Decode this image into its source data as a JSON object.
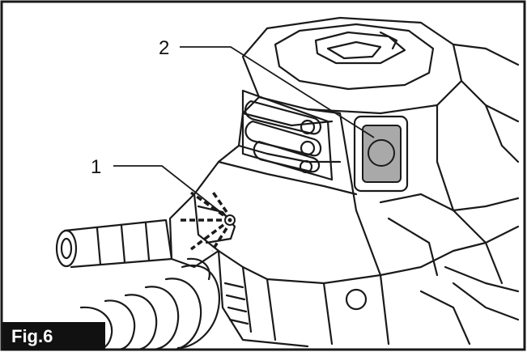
{
  "figure": {
    "label": "Fig.6",
    "callouts": [
      {
        "number": "1",
        "target": "indicator-lamp"
      },
      {
        "number": "2",
        "target": "button"
      }
    ]
  },
  "colors": {
    "line": "#1a1a1a",
    "panel_fill": "#a9a9a9",
    "label_bg": "#111111",
    "label_text": "#ffffff"
  }
}
